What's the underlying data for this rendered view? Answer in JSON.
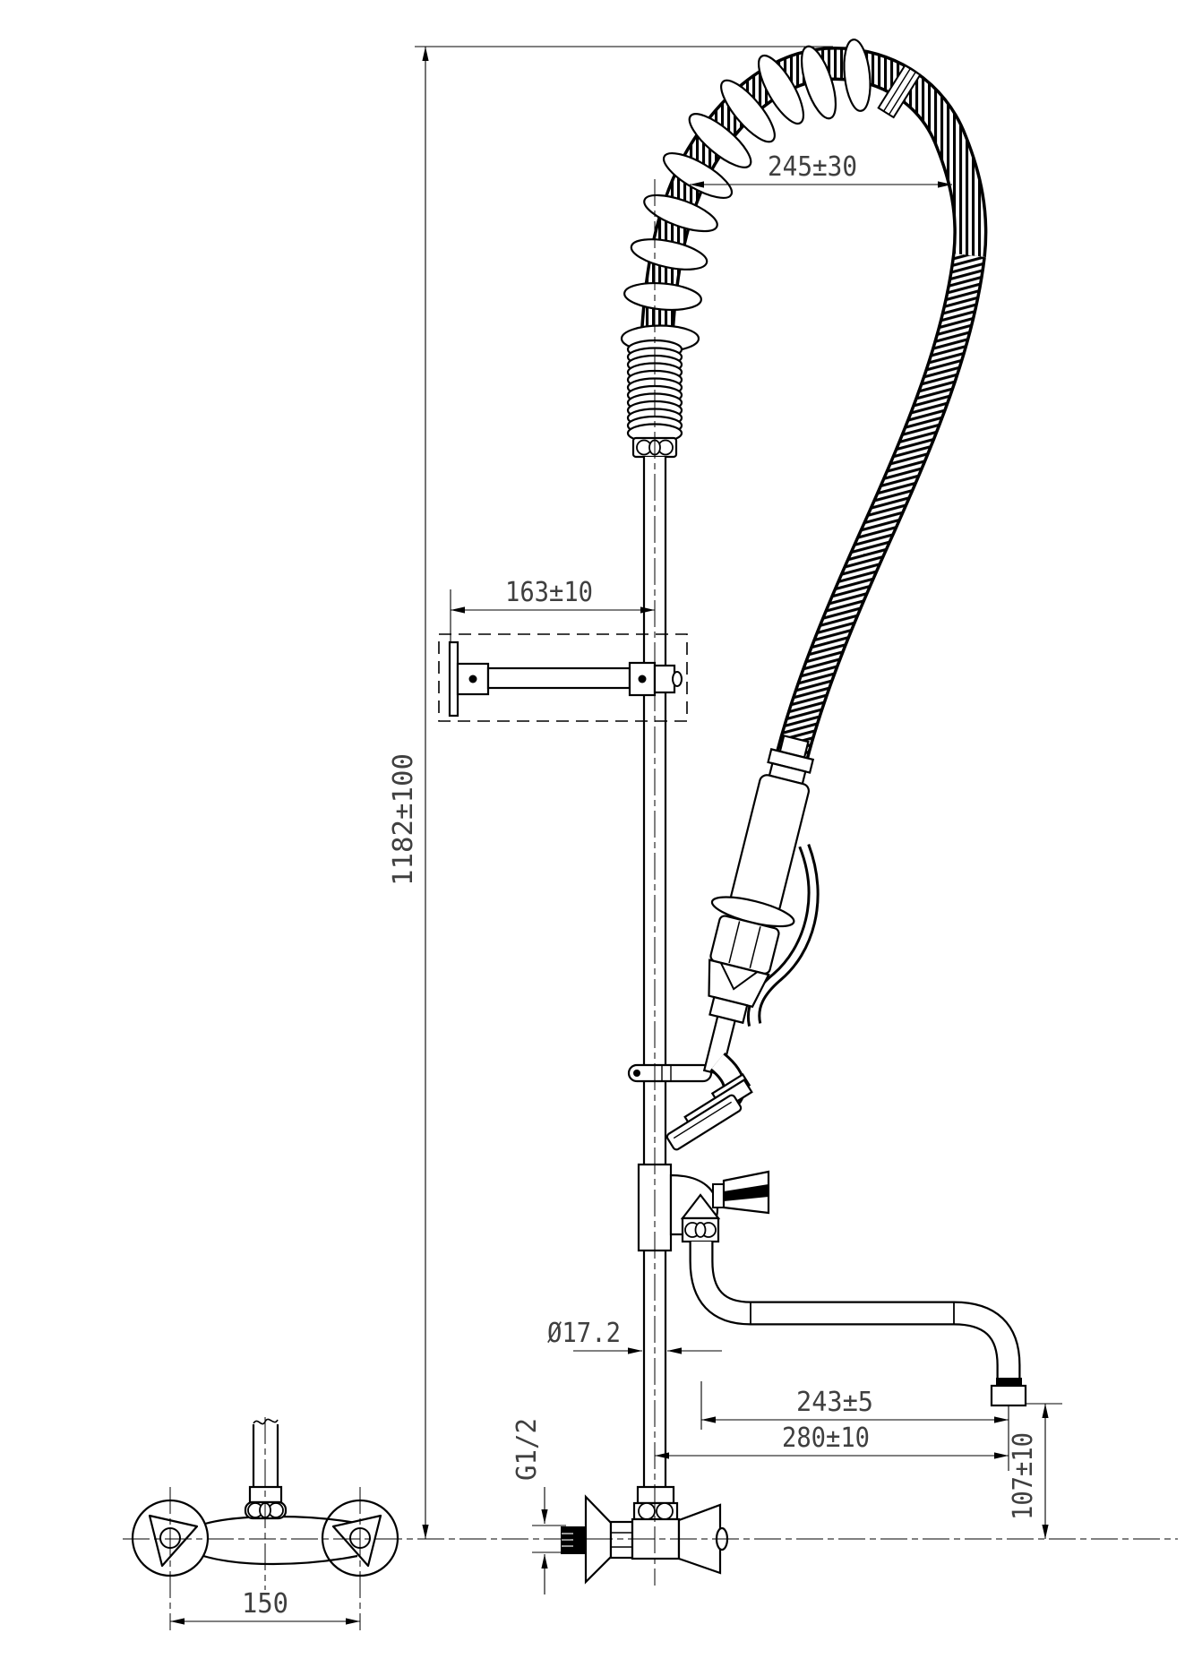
{
  "drawing": {
    "title": "pre-rinse-faucet-installation-drawing",
    "line_color": "#000000",
    "dim_text_color": "#3f3f3f",
    "dims": {
      "hose_reach_top": "245±30",
      "wall_bracket_offset": "163±10",
      "overall_height": "1182±100",
      "riser_pipe_diameter": "Ø17.2",
      "inlet_thread": "G1/2",
      "spout_reach": "243±5",
      "spout_overall_reach": "280±10",
      "spout_outlet_drop": "107±10",
      "inlet_center_distance": "150"
    }
  }
}
